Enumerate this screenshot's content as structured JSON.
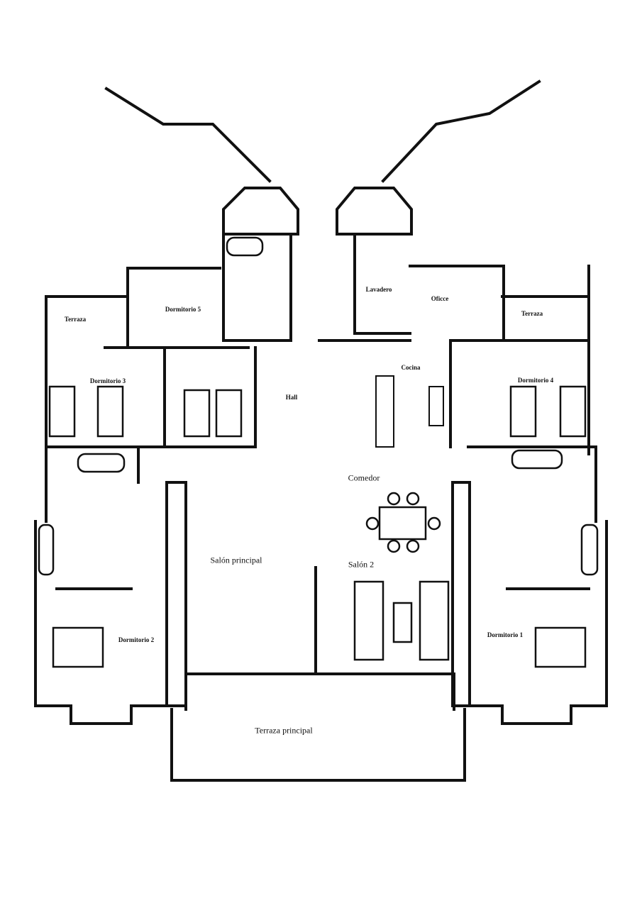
{
  "rooms": {
    "terraza_left": "Terraza",
    "dormitorio_5": "Dormitorio 5",
    "lavadero": "Lavadero",
    "oficce": "Oficce",
    "terraza_right": "Terraza",
    "dormitorio_3": "Dormitorio 3",
    "hall": "Hall",
    "cocina": "Cocina",
    "dormitorio_4": "Dormitorio 4",
    "comedor": "Comedor",
    "salon_principal": "Salón principal",
    "salon_2": "Salón 2",
    "dormitorio_2": "Dormitorio 2",
    "dormitorio_1": "Dormitorio 1",
    "terraza_principal": "Terraza principal"
  }
}
